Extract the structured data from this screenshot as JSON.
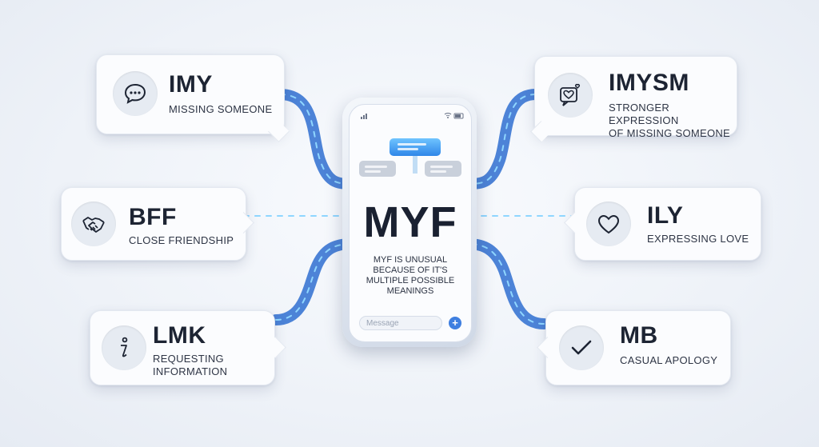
{
  "cards": {
    "imy": {
      "title": "IMY",
      "lines": [
        "MISSING SOMEONE"
      ],
      "icon": "chat-bubble-icon"
    },
    "bff": {
      "title": "BFF",
      "lines": [
        "CLOSE FRIENDSHIP"
      ],
      "icon": "handshake-icon"
    },
    "lmk": {
      "title": "LMK",
      "lines": [
        "REQUESTING",
        "INFORMATION"
      ],
      "icon": "info-icon"
    },
    "imysm": {
      "title": "IMYSM",
      "lines": [
        "STRONGER EXPRESSION",
        "OF MISSING SOMEONE"
      ],
      "icon": "heart-message-icon"
    },
    "ily": {
      "title": "ILY",
      "lines": [
        "EXPRESSING LOVE"
      ],
      "icon": "heart-icon"
    },
    "mb": {
      "title": "MB",
      "lines": [
        "CASUAL APOLOGY"
      ],
      "icon": "checkmark-icon"
    }
  },
  "phone": {
    "headline": "MYF",
    "text_lines": [
      "MYF IS UNUSUAL",
      "BECAUSE OF IT'S",
      "MULTIPLE POSSIBLE",
      "MEANINGS"
    ],
    "input_placeholder": "Message",
    "send_symbol": "+"
  },
  "colors": {
    "connector": "#2f6fd0",
    "connector_glow": "#7fd0ff",
    "title": "#1d2433",
    "accent": "#3f7fe0"
  }
}
